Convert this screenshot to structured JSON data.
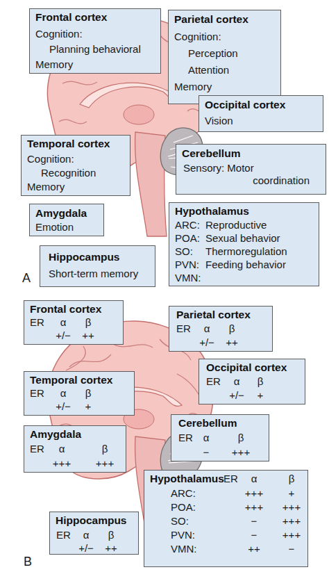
{
  "diagram": {
    "nodes": [
      {
        "text": [
          "Frontal cortex",
          "Cognition:",
          "Planning behavioral",
          "Memory"
        ]
      },
      {
        "text": [
          "Parietal cortex",
          "Cognition:",
          "Perception",
          "Attention",
          "Memory"
        ]
      },
      {
        "text": [
          "Occipital cortex",
          "Vision"
        ]
      },
      {
        "text": [
          "Temporal cortex",
          "Cognition:",
          "Recognition",
          "Memory"
        ]
      },
      {
        "text": [
          "Cerebellum",
          "Sensory: Motor coordination"
        ]
      },
      {
        "text": [
          "Amygdala",
          "Emotion"
        ]
      },
      {
        "text": [
          "Hypothalamus",
          "ARC:",
          "Reproductive",
          "POA:",
          "Sexual behavior",
          "SO:",
          "Thermoregulation",
          "PVN:",
          "Feeding behavior",
          "VMN:"
        ]
      },
      {
        "text": [
          "Hippocampus",
          "Short-term memory"
        ]
      },
      {
        "text": [
          "Frontal cortex",
          "ER",
          "α",
          "β",
          "+/−",
          "++"
        ]
      },
      {
        "text": [
          "Parietal cortex",
          "ER",
          "α",
          "β",
          "+/−",
          "++"
        ]
      },
      {
        "text": [
          "Occipital cortex",
          "ER",
          "α",
          "β",
          "+/−",
          "+"
        ]
      },
      {
        "text": [
          "Temporal cortex",
          "ER",
          "α",
          "β",
          "+/−",
          "+"
        ]
      },
      {
        "text": [
          "Amygdala",
          "ER",
          "α",
          "β",
          "+++",
          "+++"
        ]
      },
      {
        "text": [
          "Cerebellum",
          "ER",
          "α",
          "β",
          "−",
          "+++"
        ]
      },
      {
        "text": [
          "Hypothalamus",
          "ER",
          "α",
          "β",
          "ARC:",
          "+++",
          "+",
          "POA:",
          "+++",
          "+++",
          "SO:",
          "−",
          "+++",
          "PVN:",
          "−",
          "+++",
          "VMN:",
          "++",
          "−"
        ]
      },
      {
        "text": [
          "Hippocampus",
          "ER",
          "α",
          "β",
          "+/−",
          "++"
        ]
      }
    ],
    "labels": [
      "A",
      "B"
    ]
  }
}
